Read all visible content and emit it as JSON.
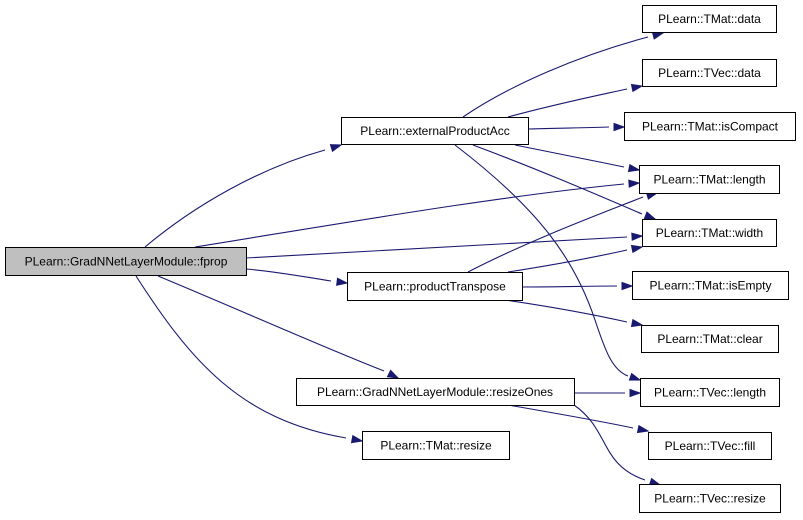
{
  "graph": {
    "colors": {
      "edge": "#191970",
      "node_border": "#000000",
      "node_fill": "#ffffff",
      "root_fill": "#bfbfbf"
    },
    "nodes": [
      {
        "id": "fprop",
        "label": "PLearn::GradNNetLayerModule::fprop",
        "root": true
      },
      {
        "id": "externalProductAcc",
        "label": "PLearn::externalProductAcc"
      },
      {
        "id": "productTranspose",
        "label": "PLearn::productTranspose"
      },
      {
        "id": "resizeOnes",
        "label": "PLearn::GradNNetLayerModule::resizeOnes"
      },
      {
        "id": "tmat_resize",
        "label": "PLearn::TMat::resize"
      },
      {
        "id": "tmat_data",
        "label": "PLearn::TMat::data"
      },
      {
        "id": "tvec_data",
        "label": "PLearn::TVec::data"
      },
      {
        "id": "tmat_isCompact",
        "label": "PLearn::TMat::isCompact"
      },
      {
        "id": "tmat_length",
        "label": "PLearn::TMat::length"
      },
      {
        "id": "tmat_width",
        "label": "PLearn::TMat::width"
      },
      {
        "id": "tmat_isEmpty",
        "label": "PLearn::TMat::isEmpty"
      },
      {
        "id": "tmat_clear",
        "label": "PLearn::TMat::clear"
      },
      {
        "id": "tvec_length",
        "label": "PLearn::TVec::length"
      },
      {
        "id": "tvec_fill",
        "label": "PLearn::TVec::fill"
      },
      {
        "id": "tvec_resize",
        "label": "PLearn::TVec::resize"
      }
    ],
    "edges": [
      {
        "from": "fprop",
        "to": "externalProductAcc"
      },
      {
        "from": "fprop",
        "to": "tmat_length"
      },
      {
        "from": "fprop",
        "to": "tmat_width"
      },
      {
        "from": "fprop",
        "to": "productTranspose"
      },
      {
        "from": "fprop",
        "to": "resizeOnes"
      },
      {
        "from": "fprop",
        "to": "tmat_resize"
      },
      {
        "from": "externalProductAcc",
        "to": "tmat_data"
      },
      {
        "from": "externalProductAcc",
        "to": "tvec_data"
      },
      {
        "from": "externalProductAcc",
        "to": "tmat_isCompact"
      },
      {
        "from": "externalProductAcc",
        "to": "tmat_length"
      },
      {
        "from": "externalProductAcc",
        "to": "tmat_width"
      },
      {
        "from": "externalProductAcc",
        "to": "tvec_length"
      },
      {
        "from": "productTranspose",
        "to": "tmat_length"
      },
      {
        "from": "productTranspose",
        "to": "tmat_width"
      },
      {
        "from": "productTranspose",
        "to": "tmat_isEmpty"
      },
      {
        "from": "productTranspose",
        "to": "tmat_clear"
      },
      {
        "from": "resizeOnes",
        "to": "tvec_length"
      },
      {
        "from": "resizeOnes",
        "to": "tvec_fill"
      },
      {
        "from": "resizeOnes",
        "to": "tvec_resize"
      }
    ]
  }
}
